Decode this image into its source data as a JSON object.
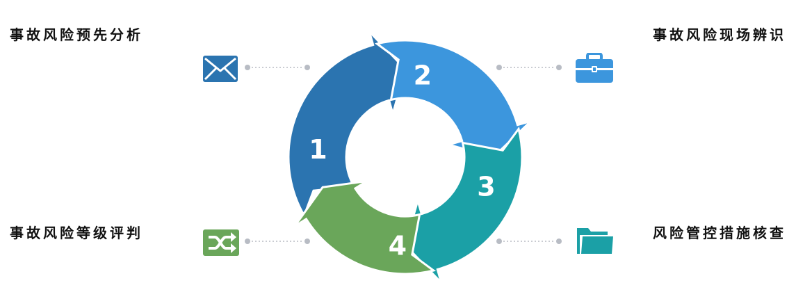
{
  "steps": [
    {
      "number": "1",
      "label": "事故风险预先分析",
      "color": "#2b74b0",
      "icon": "mail-icon"
    },
    {
      "number": "2",
      "label": "事故风险现场辨识",
      "color": "#3c96dd",
      "icon": "briefcase-icon"
    },
    {
      "number": "3",
      "label": "风险管控措施核查",
      "color": "#1ba0a6",
      "icon": "folder-icon"
    },
    {
      "number": "4",
      "label": "事故风险等级评判",
      "color": "#6aa65a",
      "icon": "shuffle-icon"
    }
  ]
}
